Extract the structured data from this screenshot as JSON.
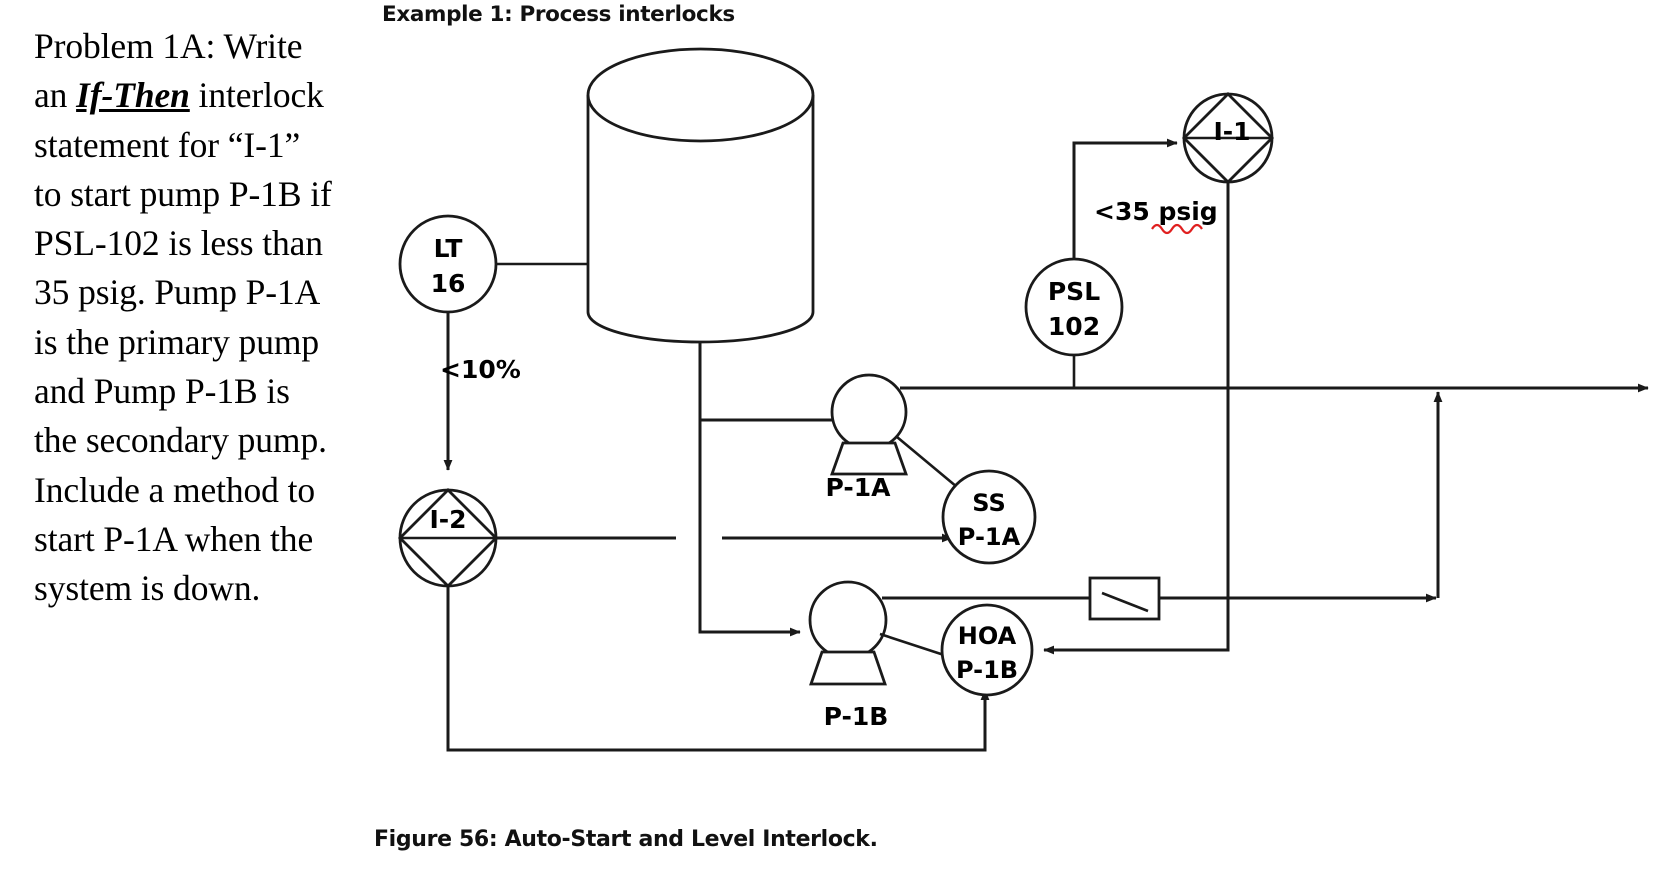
{
  "problem": {
    "label": "problem-statement",
    "line1": "Problem 1A:",
    "line2_pre": "Write an ",
    "line2_emph": "If-Then",
    "body": " interlock statement for “I-1” to start pump P-1B if PSL-102 is less than 35 psig. Pump P-1A is the primary pump and Pump P-1B is the secondary pump. Include a method to start P-1A when the system is down."
  },
  "figure": {
    "title": "Example 1: Process interlocks",
    "caption": "Figure 56: Auto-Start and Level Interlock."
  },
  "instruments": {
    "lt": {
      "line1": "LT",
      "line2": "16"
    },
    "psl": {
      "line1": "PSL",
      "line2": "102"
    },
    "ss_p1a": {
      "line1": "SS",
      "line2": "P-1A"
    },
    "hoa_p1b": {
      "line1": "HOA",
      "line2": "P-1B"
    }
  },
  "interlocks": {
    "i1": {
      "tag": "I-1"
    },
    "i2": {
      "tag": "I-2"
    }
  },
  "equipment": {
    "tank": {
      "name": "vessel"
    },
    "pump_a": {
      "label": "P-1A"
    },
    "pump_b": {
      "label": "P-1B"
    },
    "switch": {
      "name": "switch-element"
    }
  },
  "annotations": {
    "low_level": "<10%",
    "low_pressure": "<35 psig"
  },
  "colors": {
    "line": "#1a1a1a",
    "text": "#000000",
    "spellcheck": "#e02020",
    "background": "#ffffff"
  }
}
